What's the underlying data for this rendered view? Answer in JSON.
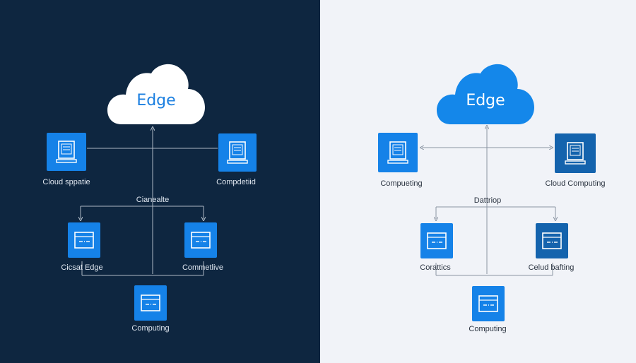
{
  "colors": {
    "dark_bg": "#0e2640",
    "light_bg": "#f1f3f8",
    "node_blue": "#1582e8",
    "node_dark_blue": "#1463ad",
    "cloud_blue": "#1487ea"
  },
  "left_panel": {
    "cloud": {
      "label": "Edge",
      "icon": "cloud-icon"
    },
    "nodes": [
      {
        "label": "Cloud sppatie",
        "icon": "server-rack-icon"
      },
      {
        "label": "Compdetiid",
        "icon": "server-rack-icon"
      },
      {
        "label": "Cicsat Edge",
        "icon": "window-icon"
      },
      {
        "label": "Commetlive",
        "icon": "window-icon"
      },
      {
        "label": "Computing",
        "icon": "window-icon"
      }
    ],
    "hub_label": "Cianealte"
  },
  "right_panel": {
    "cloud": {
      "label": "Edge",
      "icon": "cloud-icon"
    },
    "nodes": [
      {
        "label": "Compueting",
        "icon": "server-rack-icon"
      },
      {
        "label": "Cloud Computing",
        "icon": "server-rack-icon"
      },
      {
        "label": "Corattics",
        "icon": "window-icon"
      },
      {
        "label": "Celud bafting",
        "icon": "window-icon"
      },
      {
        "label": "Computing",
        "icon": "window-icon"
      }
    ],
    "hub_label": "Dattriop"
  }
}
